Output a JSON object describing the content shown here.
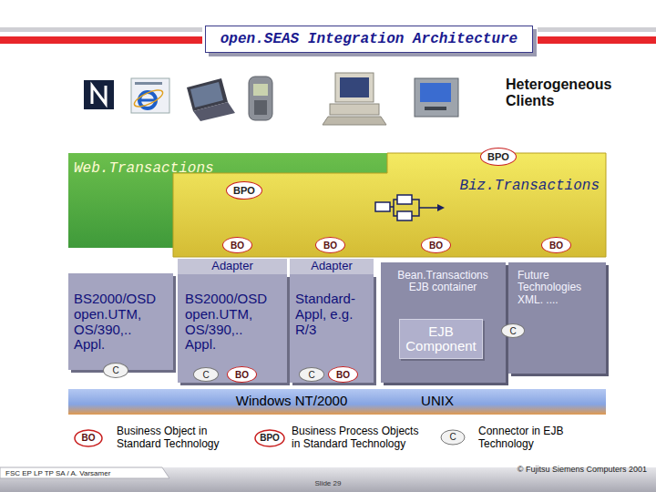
{
  "diagram": {
    "title": "open.SEAS Integration Architecture",
    "nodes": [
      {
        "text": [
          "Web.Transactions"
        ]
      },
      {
        "text": [
          "Biz.Transactions"
        ]
      },
      {
        "text": [
          "BPO"
        ],
        "in": 1
      },
      {
        "text": [
          "BPO"
        ],
        "in": 1
      },
      {
        "text": [
          "BO"
        ]
      },
      {
        "text": [
          "BO"
        ]
      },
      {
        "text": [
          "BO"
        ]
      },
      {
        "text": [
          "BO"
        ]
      },
      {
        "text": [
          "Adapter"
        ]
      },
      {
        "text": [
          "Adapter"
        ]
      },
      {
        "text": [
          "BS2000/OSD open.UTM, OS/390,.. Appl."
        ]
      },
      {
        "text": [
          "C"
        ],
        "in": 10
      },
      {
        "text": [
          "BS2000/OSD open.UTM, OS/390,.. Appl."
        ]
      },
      {
        "text": [
          "C"
        ],
        "in": 12
      },
      {
        "text": [
          "BO"
        ],
        "in": 12
      },
      {
        "text": [
          "Standard- Appl, e.g. R/3"
        ]
      },
      {
        "text": [
          "C"
        ],
        "in": 15
      },
      {
        "text": [
          "BO"
        ],
        "in": 15
      },
      {
        "text": [
          "Bean.Transactions EJB container"
        ]
      },
      {
        "text": [
          "EJB Component"
        ],
        "in": 18
      },
      {
        "text": [
          "Future Technologies XML. ...."
        ]
      },
      {
        "text": [
          "C"
        ],
        "in": 20
      },
      {
        "text": [
          "Windows NT/2000",
          "UNIX"
        ]
      }
    ],
    "labels": [
      "Heterogeneous Clients",
      "BO",
      "BPO",
      "C",
      "© Fujitsu Siemens Computers 2001",
      "FSC EP LP TP SA / A. Varsamer",
      "Slide 29"
    ],
    "legend": [
      {
        "text": "Business Object in Standard Technology"
      },
      {
        "text": "Business Process Objects in Standard Technology"
      },
      {
        "text": "Connector in EJB Technology"
      }
    ]
  }
}
